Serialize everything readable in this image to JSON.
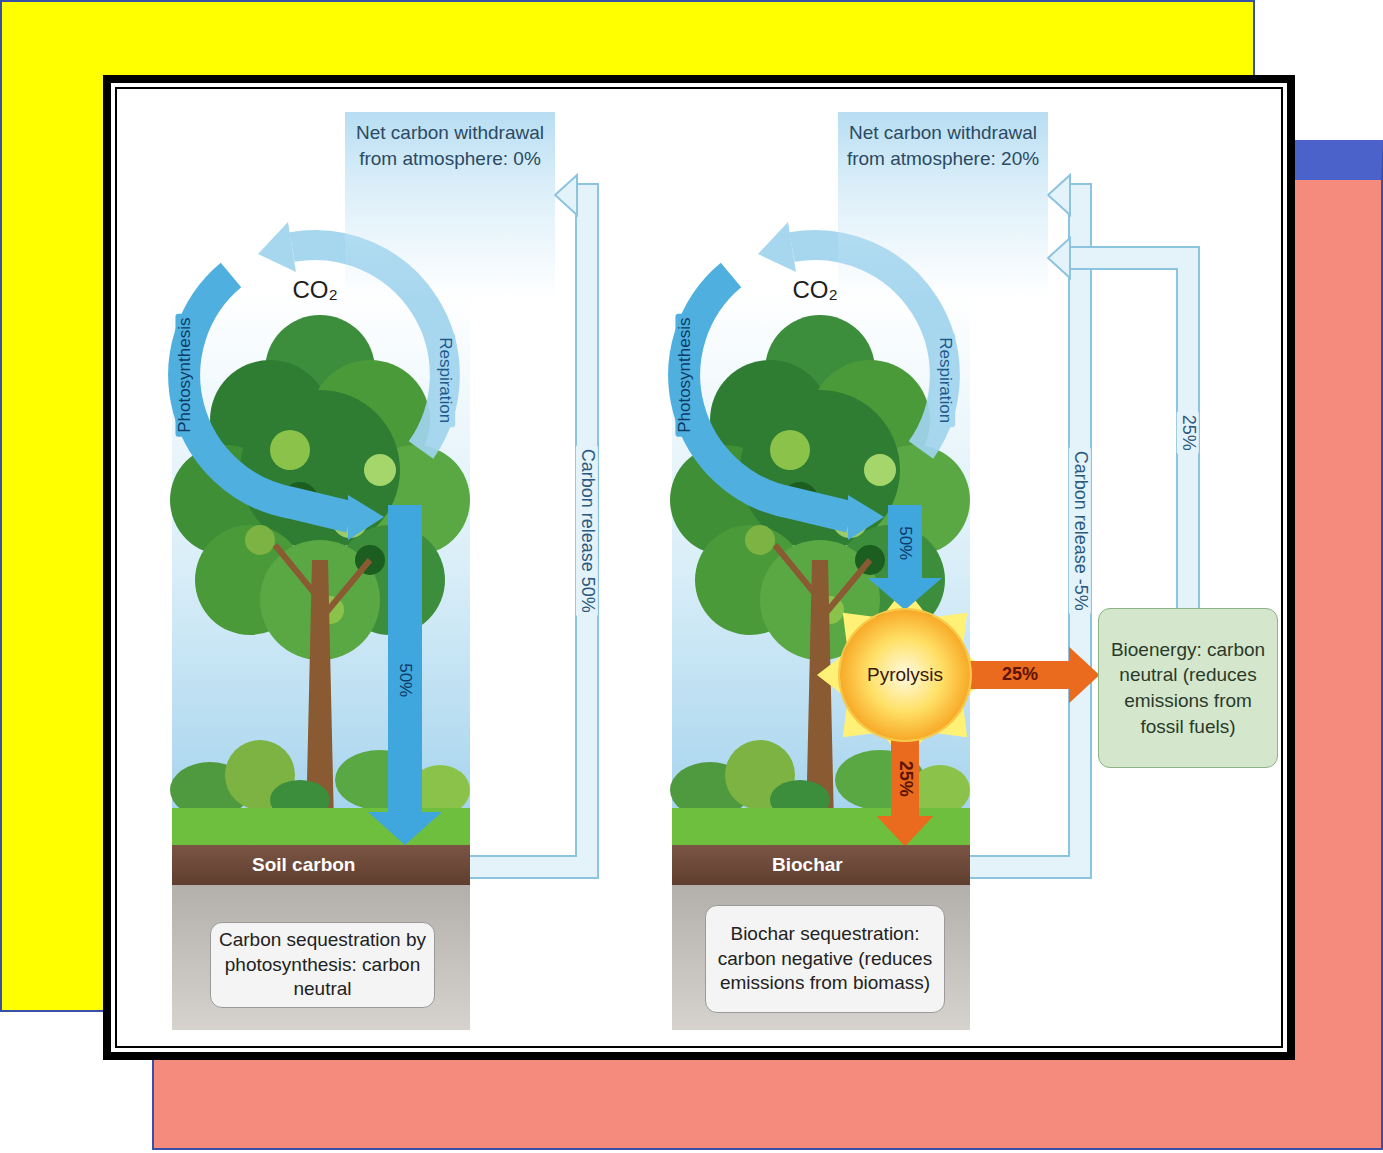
{
  "diagram": {
    "nodes": [
      {
        "text": [
          "Net carbon withdrawal from atmosphere: 0%"
        ]
      },
      {
        "text": [
          "Soil carbon"
        ]
      },
      {
        "text": [
          "Carbon sequestration by photosynthesis: carbon neutral"
        ],
        "in": 1
      },
      {
        "text": [
          "Net carbon withdrawal from atmosphere: 20%"
        ]
      },
      {
        "text": [
          "Pyrolysis"
        ]
      },
      {
        "text": [
          "Bioenergy: carbon neutral (reduces emissions from fossil fuels)"
        ]
      },
      {
        "text": [
          "Biochar"
        ]
      },
      {
        "text": [
          "Biochar sequestration: carbon negative (reduces emissions from biomass)"
        ],
        "in": 6
      }
    ],
    "edges": [
      {
        "from": 1,
        "to": 0,
        "label": "Carbon release 50%",
        "arrow": "to"
      },
      {
        "from": 4,
        "to": 5,
        "label": "25%",
        "arrow": "to"
      },
      {
        "from": 4,
        "to": 6,
        "label": "25%",
        "arrow": "to"
      },
      {
        "from": 6,
        "to": 3,
        "label": "Carbon release -5%",
        "arrow": "to"
      },
      {
        "from": 5,
        "to": 3,
        "label": "25%",
        "arrow": "to"
      }
    ],
    "labels": [
      "CO₂",
      "Photosynthesis",
      "Respiration",
      "50%",
      "CO₂",
      "Photosynthesis",
      "Respiration",
      "50%"
    ]
  }
}
